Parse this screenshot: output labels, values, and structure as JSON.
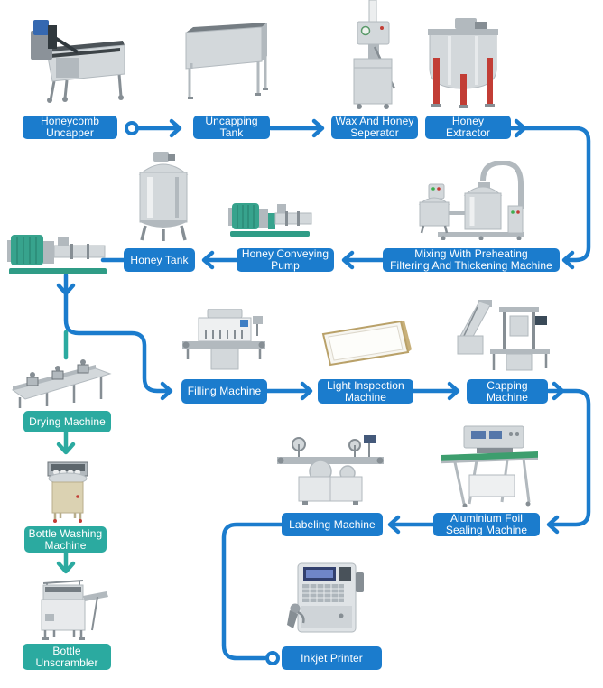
{
  "colors": {
    "process_blue": "#1b7ccd",
    "utility_teal": "#2baaa0",
    "label_text": "#ffffff",
    "background": "#ffffff"
  },
  "nodes": {
    "honeycomb_uncapper": {
      "label": "Honeycomb\nUncapper"
    },
    "uncapping_tank": {
      "label": "Uncapping\nTank"
    },
    "wax_and_honey_seperator": {
      "label": "Wax And Honey\nSeperator"
    },
    "honey_extractor": {
      "label": "Honey\nExtractor"
    },
    "mixing_machine": {
      "label": "Mixing With Preheating\nFiltering And Thickening Machine"
    },
    "honey_conveying_pump": {
      "label": "Honey Conveying\nPump"
    },
    "honey_tank": {
      "label": "Honey Tank"
    },
    "filling_machine": {
      "label": "Filling Machine"
    },
    "light_inspection_machine": {
      "label": "Light Inspection\nMachine"
    },
    "capping_machine": {
      "label": "Capping\nMachine"
    },
    "aluminium_foil_sealing_machine": {
      "label": "Aluminium Foil\nSealing Machine"
    },
    "labeling_machine": {
      "label": "Labeling Machine"
    },
    "inkjet_printer": {
      "label": "Inkjet Printer"
    },
    "drying_machine": {
      "label": "Drying Machine"
    },
    "bottle_washing_machine": {
      "label": "Bottle Washing\nMachine"
    },
    "bottle_unscrambler": {
      "label": "Bottle\nUnscrambler"
    }
  },
  "flow": {
    "main_line": [
      "Honeycomb Uncapper",
      "Uncapping Tank",
      "Wax And Honey Seperator",
      "Honey Extractor",
      "Mixing With Preheating Filtering And Thickening Machine",
      "Honey Conveying Pump",
      "Honey Tank",
      "Filling Machine",
      "Light Inspection Machine",
      "Capping Machine",
      "Aluminium Foil Sealing Machine",
      "Labeling Machine",
      "Inkjet Printer"
    ],
    "bottle_line": [
      "Drying Machine",
      "Bottle Washing Machine",
      "Bottle Unscrambler"
    ]
  }
}
